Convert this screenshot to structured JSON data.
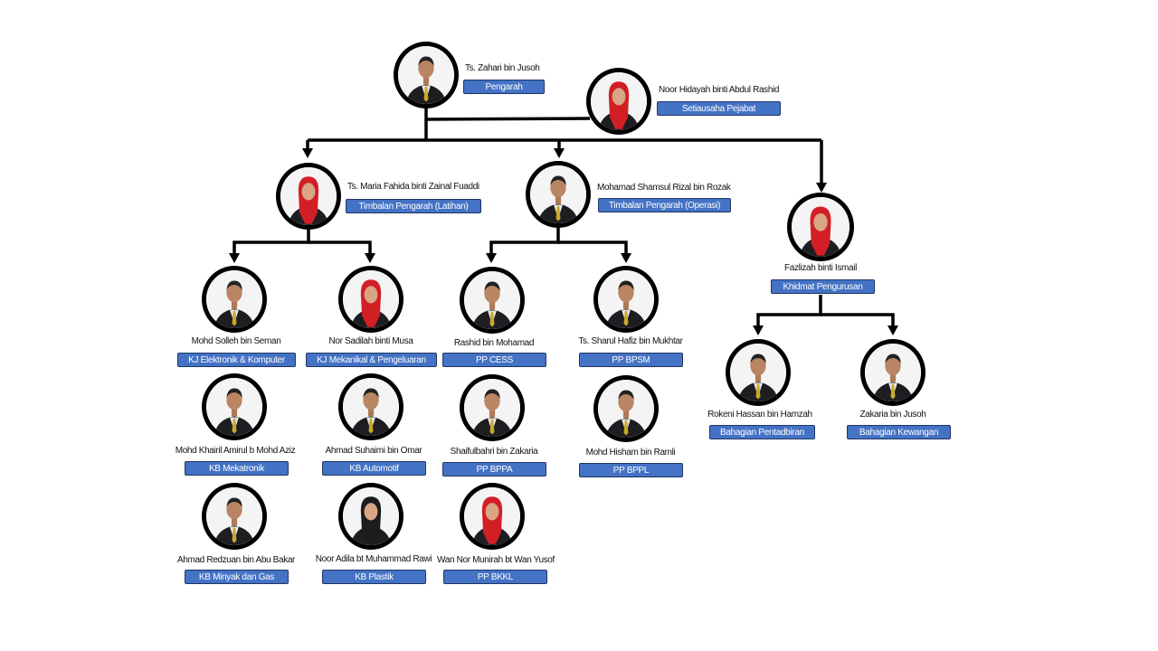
{
  "org_chart": {
    "people": [
      {
        "name": "Ts. Zahari bin Jusoh",
        "role": "Pengarah"
      },
      {
        "name": "Noor Hidayah binti Abdul Rashid",
        "role": "Setiausaha Pejabat"
      },
      {
        "name": "Ts. Maria Fahida binti Zainal Fuaddi",
        "role": "Timbalan Pengarah (Latihan)"
      },
      {
        "name": "Mohamad Shamsul Rizal bin Rozak",
        "role": "Timbalan Pengarah (Operasi)"
      },
      {
        "name": "Fazlizah binti Ismail",
        "role": "Khidmat Pengurusan"
      },
      {
        "name": "Mohd Solleh bin Seman",
        "role": "KJ Elektronik & Komputer"
      },
      {
        "name": "Nor Sadilah binti Musa",
        "role": "KJ Mekanikal & Pengeluaran"
      },
      {
        "name": "Rashid bin Mohamad",
        "role": "PP CESS"
      },
      {
        "name": "Ts. Sharul Hafiz bin Mukhtar",
        "role": "PP BPSM"
      },
      {
        "name": "Mohd Khairil Amirul b Mohd Aziz",
        "role": "KB Mekatronik"
      },
      {
        "name": "Ahmad Suhaimi bin Omar",
        "role": "KB Automotif"
      },
      {
        "name": "Shaifulbahri bin Zakaria",
        "role": "PP BPPA"
      },
      {
        "name": "Mohd Hisham bin Ramli",
        "role": "PP BPPL"
      },
      {
        "name": "Ahmad Redzuan bin Abu Bakar",
        "role": "KB Minyak dan Gas"
      },
      {
        "name": "Noor Adila bt Muhammad Rawi",
        "role": "KB Plastik"
      },
      {
        "name": "Wan Nor Munirah bt Wan Yusof",
        "role": "PP BKKL"
      },
      {
        "name": "Rokeni Hassan bin Hamzah",
        "role": "Bahagian Pentadbiran"
      },
      {
        "name": "Zakaria bin Jusoh",
        "role": "Bahagian Kewangan"
      }
    ],
    "colors": {
      "role_box": "#4472C4",
      "connector": "#000000"
    }
  }
}
